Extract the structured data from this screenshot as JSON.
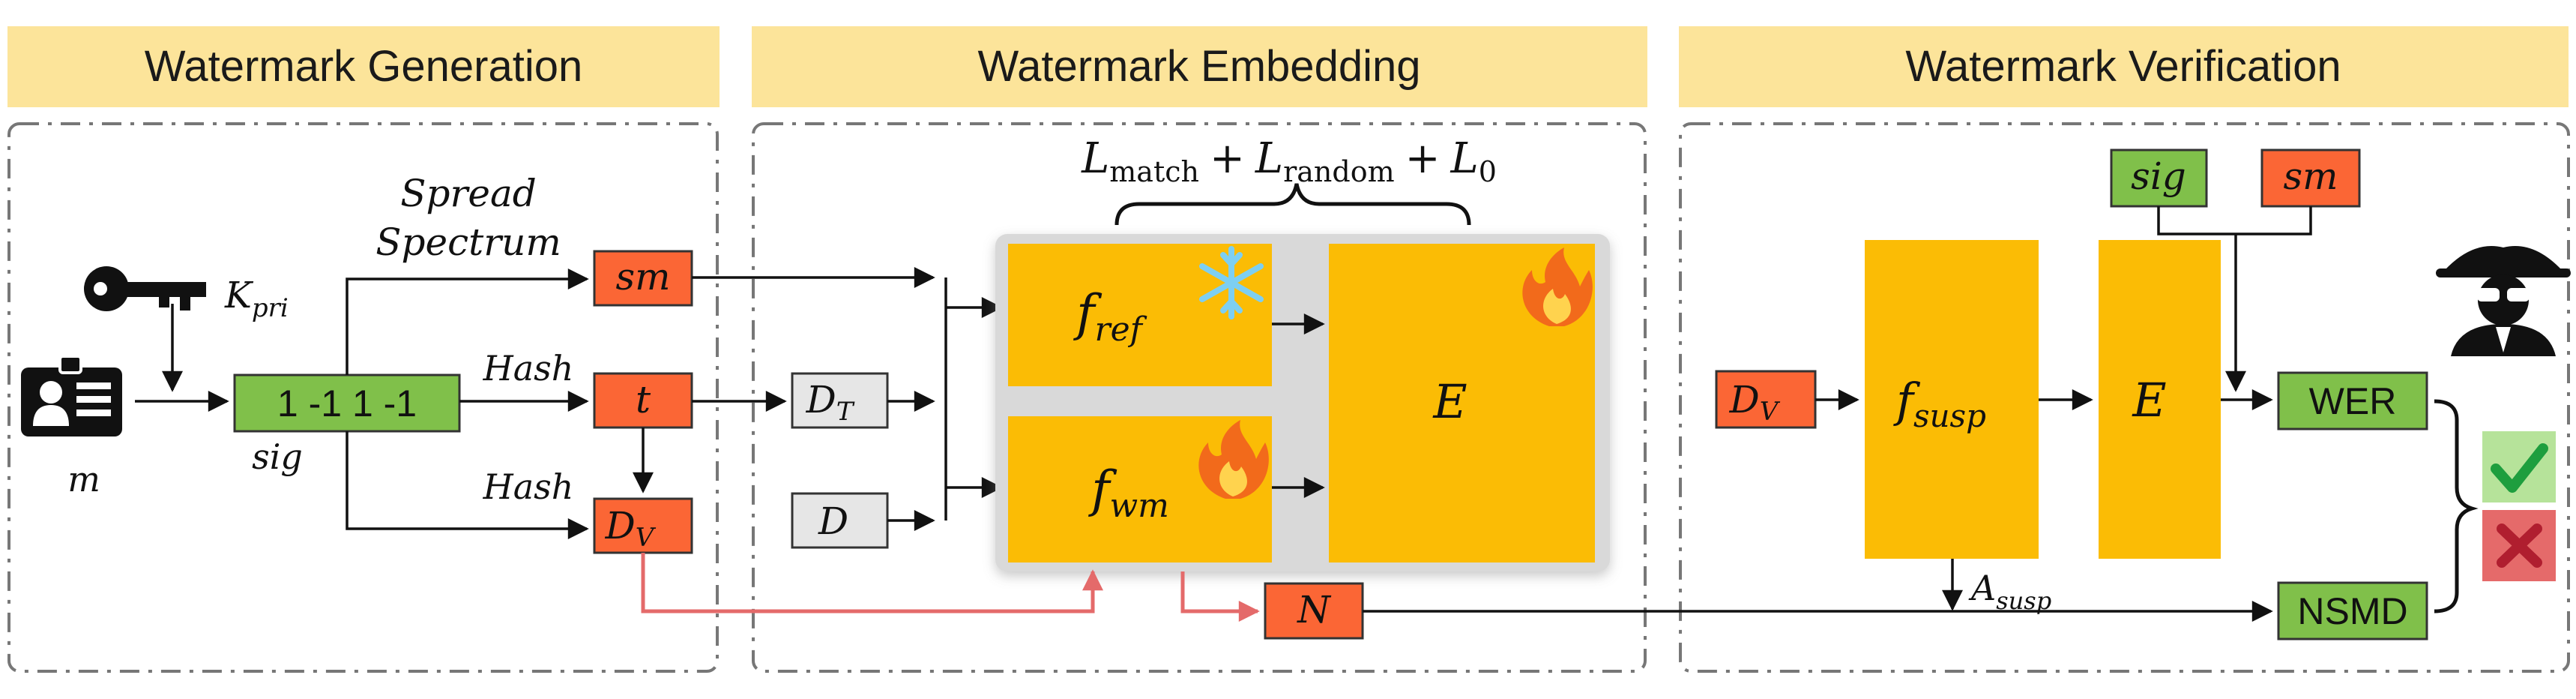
{
  "headers": {
    "generation": "Watermark Generation",
    "embedding": "Watermark Embedding",
    "verification": "Watermark Verification"
  },
  "generation": {
    "owner_label": "m",
    "key_label": "K",
    "key_sub": "pri",
    "sig_values": "1 -1 1 -1",
    "sig_label": "sig",
    "spread_line1": "Spread",
    "spread_line2": "Spectrum",
    "hash_top": "Hash",
    "hash_bottom": "Hash",
    "sm_label": "sm",
    "t_label": "t",
    "dv_label": "D",
    "dv_sub": "V"
  },
  "embedding": {
    "loss_l1": "L",
    "loss_l1_sub": "match",
    "loss_l2": "L",
    "loss_l2_sub": "random",
    "loss_l3": "L",
    "loss_l3_sub": "0",
    "plus": "+",
    "dt_label": "D",
    "dt_sub": "T",
    "d_label": "D",
    "fref_label": "f",
    "fref_sub": "ref",
    "fwm_label": "f",
    "fwm_sub": "wm",
    "e_label": "E",
    "n_label": "N"
  },
  "verification": {
    "dv_label": "D",
    "dv_sub": "V",
    "fsusp_label": "f",
    "fsusp_sub": "susp",
    "e_label": "E",
    "sig_label": "sig",
    "sm_label": "sm",
    "wer_label": "WER",
    "nsmd_label": "NSMD",
    "asusp_label": "A",
    "asusp_sub": "susp"
  },
  "colors": {
    "header_bg": "#FCE49A",
    "orange_box": "#FB6635",
    "green_box": "#80C04A",
    "gray_box": "#E6E6E6",
    "yellow_block": "#FBBC05",
    "panel_gray": "#D9D9D9",
    "red_arrow": "#E46A6A",
    "check_green": "#B6E39A",
    "cross_red": "#E56A6A"
  },
  "icons": [
    "key-icon",
    "id-card-icon",
    "snowflake-icon",
    "fire-icon",
    "spy-icon",
    "check-icon",
    "cross-icon"
  ]
}
